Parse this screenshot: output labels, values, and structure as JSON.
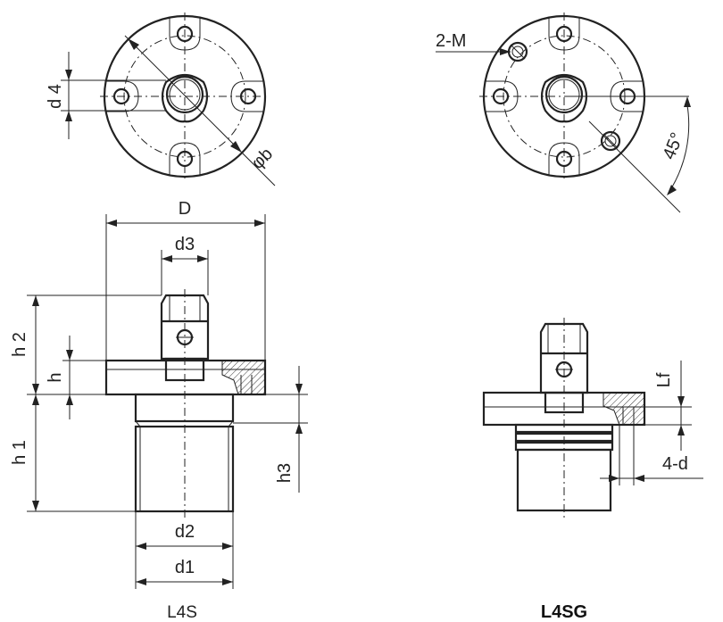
{
  "labels": {
    "d4": "d 4",
    "phi_b": "φb",
    "two_m": "2-M",
    "angle": "45°",
    "D": "D",
    "d3": "d3",
    "h2": "h 2",
    "h": "h",
    "h1": "h 1",
    "h3": "h3",
    "d2": "d2",
    "d1": "d1",
    "lf": "Lf",
    "four_d": "4-d"
  },
  "captions": {
    "left": "L4S",
    "right": "L4SG"
  }
}
